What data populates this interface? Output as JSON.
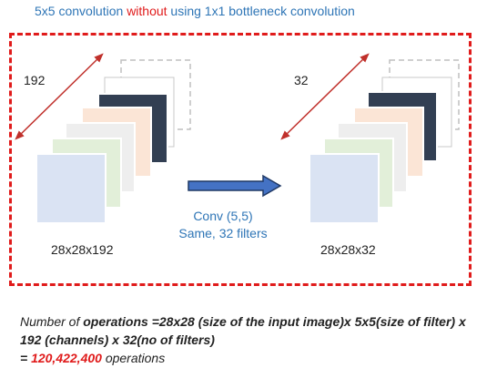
{
  "title": {
    "prefix": "5x5 convolution ",
    "highlight": "without",
    "suffix": " using 1x1 bottleneck convolution"
  },
  "input_volume": {
    "depth_label": "192",
    "size_label": "28x28x192"
  },
  "operation": {
    "line1": "Conv (5,5)",
    "line2": "Same, 32 filters"
  },
  "output_volume": {
    "depth_label": "32",
    "size_label": "28x28x32"
  },
  "formula": {
    "lead": "Number of ",
    "bold_text": "operations =28x28 (size of the input image)x 5x5(size of filter) x 192 (channels) x 32(no of filters)",
    "eq": "= ",
    "result": "120,422,400",
    "tail": " operations"
  },
  "colors": {
    "accent_blue": "#2e75b6",
    "highlight_red": "#e01b1b",
    "arrow_fill": "#4472c4",
    "arrow_stroke": "#1f3864"
  }
}
